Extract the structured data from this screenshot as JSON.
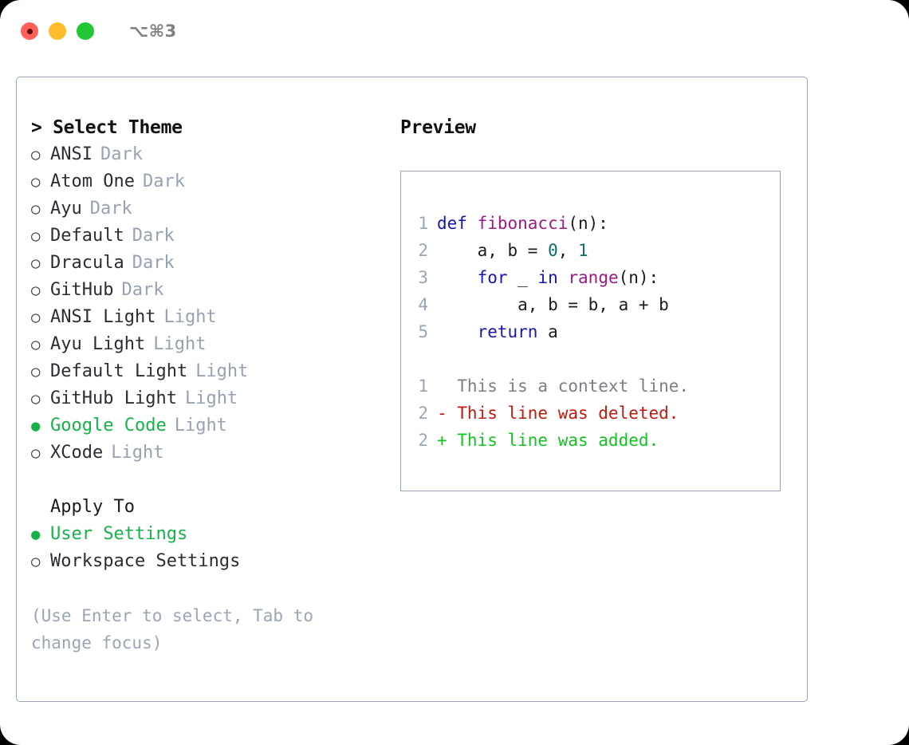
{
  "titlebar": {
    "shortcut": "⌥⌘3",
    "lights": [
      {
        "name": "close",
        "color": "#ff6059"
      },
      {
        "name": "minimize",
        "color": "#ffbd2e"
      },
      {
        "name": "maximize",
        "color": "#23c736"
      }
    ]
  },
  "left": {
    "heading": "> Select Theme",
    "themes": [
      {
        "bullet": "○",
        "name": "ANSI",
        "kind": "Dark",
        "selected": false
      },
      {
        "bullet": "○",
        "name": "Atom One",
        "kind": "Dark",
        "selected": false
      },
      {
        "bullet": "○",
        "name": "Ayu",
        "kind": "Dark",
        "selected": false
      },
      {
        "bullet": "○",
        "name": "Default",
        "kind": "Dark",
        "selected": false
      },
      {
        "bullet": "○",
        "name": "Dracula",
        "kind": "Dark",
        "selected": false
      },
      {
        "bullet": "○",
        "name": "GitHub",
        "kind": "Dark",
        "selected": false
      },
      {
        "bullet": "○",
        "name": "ANSI Light",
        "kind": "Light",
        "selected": false
      },
      {
        "bullet": "○",
        "name": "Ayu Light",
        "kind": "Light",
        "selected": false
      },
      {
        "bullet": "○",
        "name": "Default Light",
        "kind": "Light",
        "selected": false
      },
      {
        "bullet": "○",
        "name": "GitHub Light",
        "kind": "Light",
        "selected": false
      },
      {
        "bullet": "●",
        "name": "Google Code",
        "kind": "Light",
        "selected": true
      },
      {
        "bullet": "○",
        "name": "XCode",
        "kind": "Light",
        "selected": false
      }
    ],
    "apply_to": {
      "heading": "Apply To",
      "options": [
        {
          "bullet": "●",
          "label": "User Settings",
          "selected": true
        },
        {
          "bullet": "○",
          "label": "Workspace Settings",
          "selected": false
        }
      ]
    },
    "hint": "(Use Enter to select, Tab to change focus)"
  },
  "right": {
    "heading": "Preview",
    "code_lines": [
      {
        "no": "1",
        "segments": [
          {
            "t": "def ",
            "c": "tok-kw"
          },
          {
            "t": "fibonacci",
            "c": "tok-fn"
          },
          {
            "t": "(n):",
            "c": "tok-plain"
          }
        ]
      },
      {
        "no": "2",
        "segments": [
          {
            "t": "    a, b = ",
            "c": "tok-plain"
          },
          {
            "t": "0",
            "c": "tok-num"
          },
          {
            "t": ", ",
            "c": "tok-plain"
          },
          {
            "t": "1",
            "c": "tok-num"
          }
        ]
      },
      {
        "no": "3",
        "segments": [
          {
            "t": "    for ",
            "c": "tok-kw"
          },
          {
            "t": "_ ",
            "c": "tok-plain"
          },
          {
            "t": "in ",
            "c": "tok-kw"
          },
          {
            "t": "range",
            "c": "tok-fn"
          },
          {
            "t": "(n):",
            "c": "tok-plain"
          }
        ]
      },
      {
        "no": "4",
        "segments": [
          {
            "t": "        a, b = b, a + b",
            "c": "tok-plain"
          }
        ]
      },
      {
        "no": "5",
        "segments": [
          {
            "t": "    return ",
            "c": "tok-kw"
          },
          {
            "t": "a",
            "c": "tok-plain"
          }
        ]
      }
    ],
    "diff_lines": [
      {
        "no": "1",
        "text": "  This is a context line.",
        "cls": "diff-ctx"
      },
      {
        "no": "2",
        "text": "- This line was deleted.",
        "cls": "diff-del"
      },
      {
        "no": "2",
        "text": "+ This line was added.",
        "cls": "diff-add"
      }
    ]
  },
  "colors": {
    "accent_green": "#16b34a",
    "muted": "#97a2b2",
    "border": "#9aa5b3",
    "keyword": "#1616b8",
    "function": "#9b1a88",
    "number": "#0b6e6b",
    "diff_added": "#13c421",
    "diff_deleted": "#c21a0e"
  }
}
